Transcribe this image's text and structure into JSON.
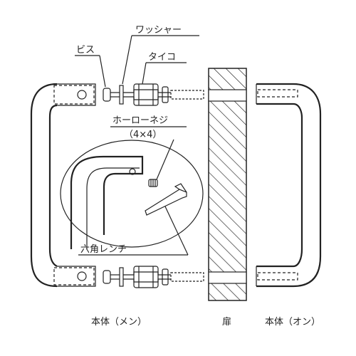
{
  "labels": {
    "washer": "ワッシャー",
    "screw": "ビス",
    "spacer": "タイコ",
    "set_screw": "ホーローネジ",
    "set_screw_size": "（4×4）",
    "hex_wrench": "六角レンチ",
    "body_male": "本体（メン）",
    "door": "扉",
    "body_female": "本体（オン）"
  },
  "colors": {
    "line": "#222222",
    "background": "#ffffff"
  }
}
